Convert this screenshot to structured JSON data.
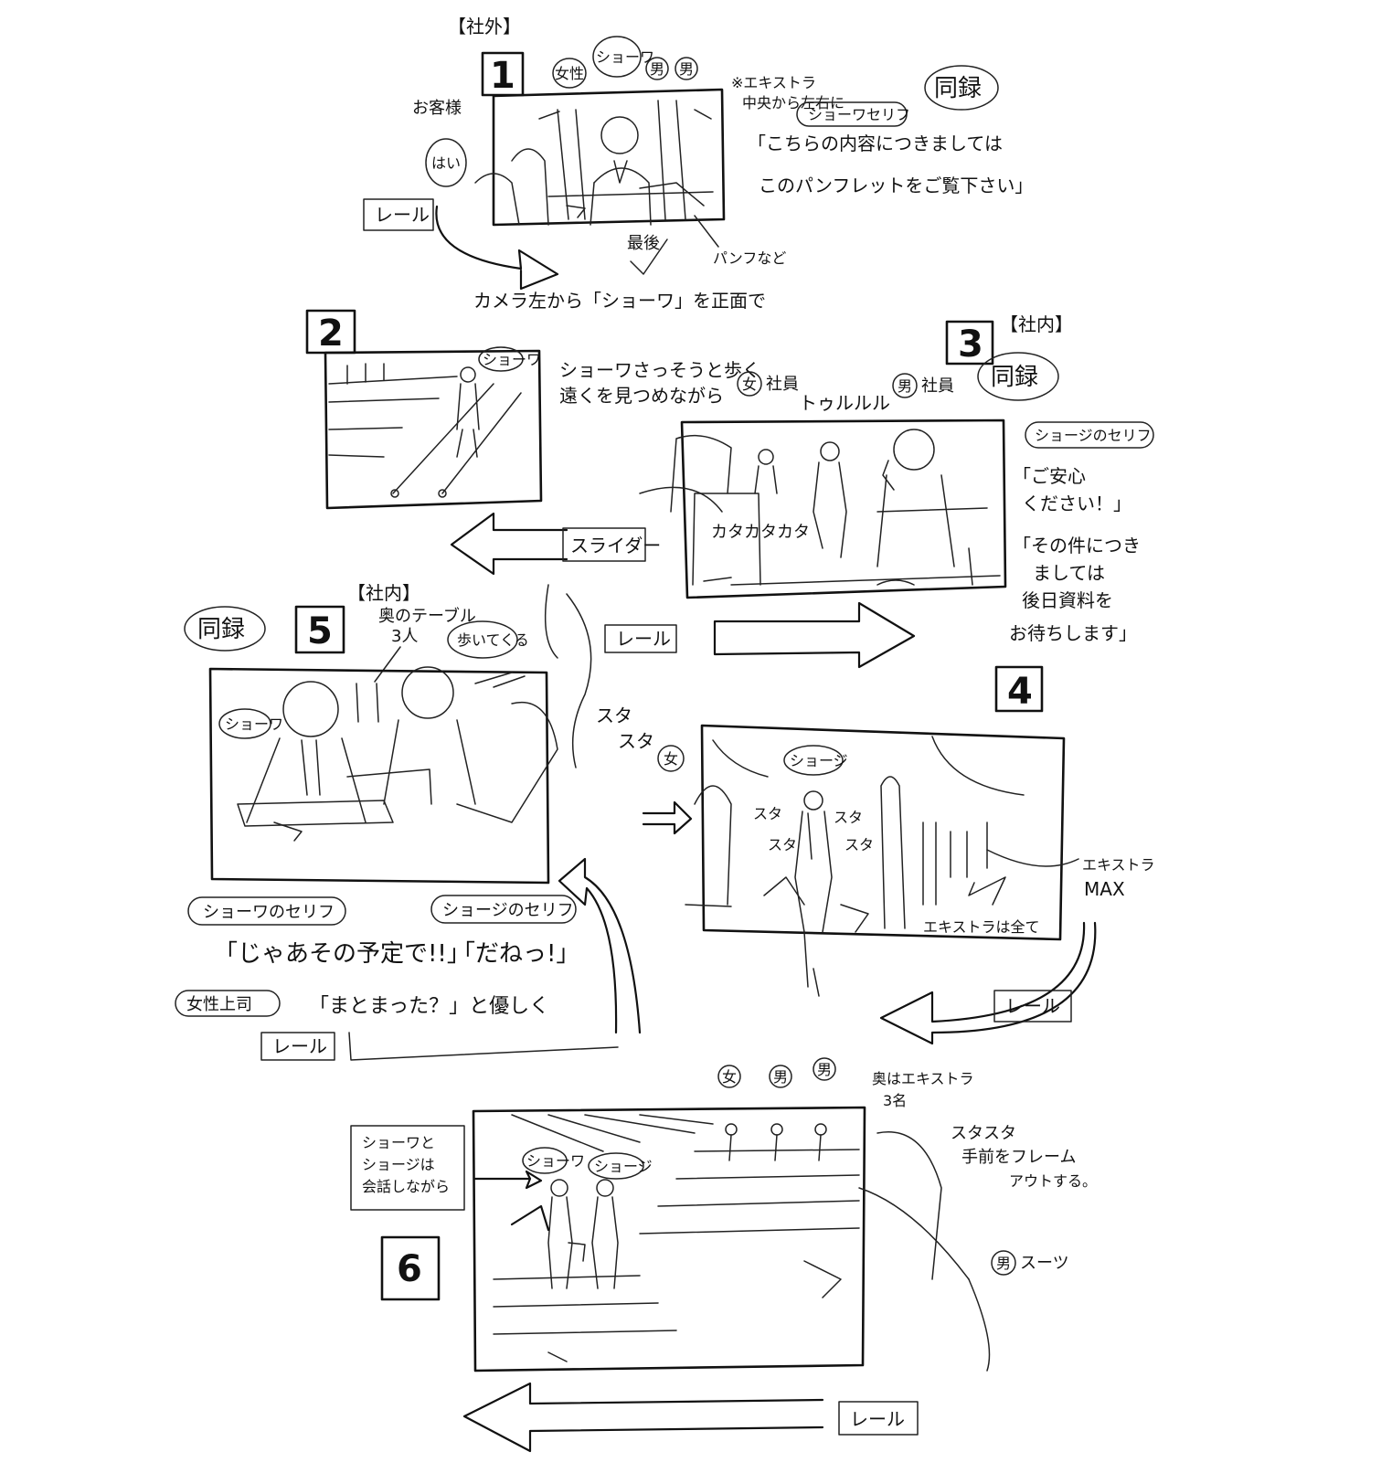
{
  "panel1": {
    "number": "1",
    "location": "【社外】",
    "label_customer": "お客様",
    "label_customer_line": "はい",
    "char_woman": "女性",
    "char_shouwa": "ショーワ",
    "char_man1": "男",
    "char_man2": "男",
    "note_extra": "※エキストラ",
    "note_extra2": "中央から左右に",
    "badge_sync": "同録",
    "badge_line": "ショーワセリフ",
    "line1": "「こちらの内容につきましては",
    "line2": "このパンフレットをご覧下さい」",
    "rail": "レール",
    "note_last": "最後",
    "note_pamphlet": "パンフなど",
    "camera_note": "カメラ左から「ショーワ」を正面で"
  },
  "panel2": {
    "number": "2",
    "char_shouwa": "ショーワ",
    "action1": "ショーワさっそうと歩く",
    "action2": "遠くを見つめながら",
    "slider": "スライダー"
  },
  "panel3": {
    "number": "3",
    "location": "【社内】",
    "char_woman": "女",
    "char_woman_role": "社員",
    "sfx_phone": "トゥルルル",
    "char_man": "男",
    "char_man_role": "社員",
    "sfx_typing": "カタカタカタ",
    "badge_sync": "同録",
    "badge_line": "ショージのセリフ",
    "line1a": "「ご安心",
    "line1b": "ください！」",
    "line2a": "「その件につき",
    "line2b": "ましては",
    "line2c": "後日資料を",
    "line2d": "お待ちします」"
  },
  "panel4": {
    "number": "4",
    "char_woman": "女",
    "char_shouji": "ショージ",
    "sfx_walk1": "スタ",
    "sfx_walk2": "スタ",
    "sfx_walk3": "スタ",
    "sfx_walk4": "スタ",
    "note_extra": "エキストラ",
    "note_max": "MAX",
    "note_all": "エキストラは全て",
    "rail": "レール"
  },
  "panel5": {
    "number": "5",
    "location": "【社内】",
    "badge_sync": "同録",
    "note_table": "奥のテーブル",
    "note_three": "3人",
    "note_walking": "歩いてくる",
    "rail_top": "レール",
    "sfx_walk1": "スタ",
    "sfx_walk2": "スタ",
    "char_shouwa": "ショーワ",
    "badge_shouwa_line": "ショーワのセリフ",
    "badge_shouji_line": "ショージのセリフ",
    "line_shouwa": "「じゃあその予定で!!」",
    "line_shouji": "「だねっ!」",
    "badge_boss": "女性上司",
    "line_boss": "「まとまった？」と優しく",
    "rail_bottom": "レール"
  },
  "panel6": {
    "number": "6",
    "char_woman": "女",
    "char_man1": "男",
    "char_man2": "男",
    "note_back": "奥はエキストラ",
    "note_three": "3名",
    "note_pair1": "ショーワと",
    "note_pair2": "ショージは",
    "note_pair3": "会話しながら",
    "char_shouwa": "ショーワ",
    "char_shouji": "ショージ",
    "note_walk1": "スタスタ",
    "note_walk2": "手前をフレーム",
    "note_walk3": "アウトする。",
    "char_man_suit": "男",
    "note_suit": "スーツ",
    "rail": "レール"
  }
}
